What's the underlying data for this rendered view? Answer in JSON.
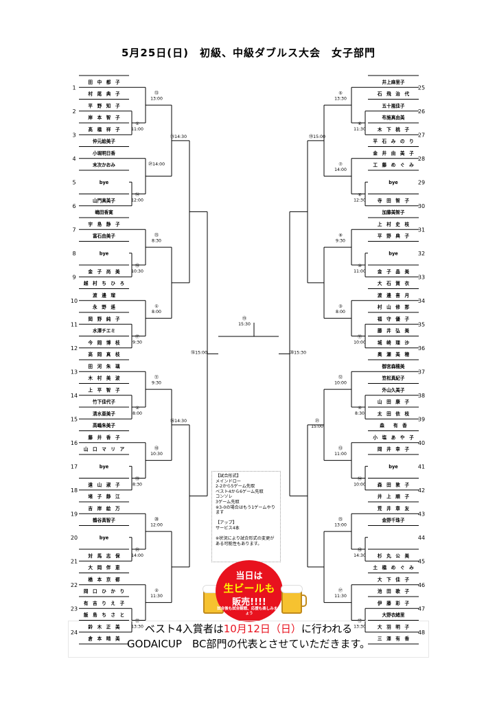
{
  "title": "5月25日(日)　初級、中級ダブルス大会　女子部門",
  "left": [
    {
      "n": "1",
      "p": [
        "田　中　都　子",
        "村　尾　典　子"
      ]
    },
    {
      "n": "2",
      "p": [
        "平　野　知　子",
        "岸　本　智　子"
      ]
    },
    {
      "n": "3",
      "p": [
        "髙　橋　祥　子",
        "仲元絵美子"
      ]
    },
    {
      "n": "4",
      "p": [
        "小堀明日香",
        "末次かおみ"
      ]
    },
    {
      "n": "5",
      "p": [
        "bye"
      ]
    },
    {
      "n": "6",
      "p": [
        "山門真美子",
        "嶋田香寛"
      ]
    },
    {
      "n": "7",
      "p": [
        "宇　島　静　子",
        "富石由美子"
      ]
    },
    {
      "n": "8",
      "p": [
        "bye"
      ]
    },
    {
      "n": "9",
      "p": [
        "金　子　尚　美",
        "越　村　ち　ひ　ろ"
      ]
    },
    {
      "n": "10",
      "p": [
        "渡　邊　瑠",
        "永　野　遥"
      ]
    },
    {
      "n": "11",
      "p": [
        "岡　野　純　子",
        "水澤チエミ"
      ]
    },
    {
      "n": "12",
      "p": [
        "今　岡　博　枝",
        "高　岡　真　枝"
      ]
    },
    {
      "n": "13",
      "p": [
        "田　河　朱　璃",
        "木　村　美　波"
      ]
    },
    {
      "n": "14",
      "p": [
        "上　平　智　子",
        "竹下佳代子"
      ]
    },
    {
      "n": "15",
      "p": [
        "清水亜美子",
        "高嶋朱美子"
      ]
    },
    {
      "n": "16",
      "p": [
        "藤　井　香　子",
        "山　口　マ　リ　ア"
      ]
    },
    {
      "n": "17",
      "p": [
        "bye"
      ]
    },
    {
      "n": "18",
      "p": [
        "遠　山　淑　子",
        "堵　子　静　江"
      ]
    },
    {
      "n": "19",
      "p": [
        "吉　岸　絵　万",
        "鶴谷真智子"
      ]
    },
    {
      "n": "20",
      "p": [
        "bye"
      ]
    },
    {
      "n": "21",
      "p": [
        "対　馬　志　保",
        "大　岡　伴　恵"
      ]
    },
    {
      "n": "22",
      "p": [
        "橋　本　京　都",
        "岡　口　ひ　か　り"
      ]
    },
    {
      "n": "23",
      "p": [
        "有　吉　り　え　子",
        "飯　島　ち　さ　と"
      ]
    },
    {
      "n": "24",
      "p": [
        "鈴　木　正　美",
        "倉　本　晴　美"
      ]
    }
  ],
  "right": [
    {
      "n": "25",
      "p": [
        "井上麻里子",
        "石　飛　治　代"
      ]
    },
    {
      "n": "26",
      "p": [
        "五十嵐佳子",
        "布施真由美"
      ]
    },
    {
      "n": "27",
      "p": [
        "木　下　桃　子",
        "平　石　み　の　り"
      ]
    },
    {
      "n": "28",
      "p": [
        "金　井　由　美　子",
        "工　藤　め　ぐ　み"
      ]
    },
    {
      "n": "29",
      "p": [
        "bye"
      ]
    },
    {
      "n": "30",
      "p": [
        "寺　田　智　子",
        "加藤美智子"
      ]
    },
    {
      "n": "31",
      "p": [
        "上　村　史　枝",
        "平　野　典　子"
      ]
    },
    {
      "n": "32",
      "p": [
        "bye"
      ]
    },
    {
      "n": "33",
      "p": [
        "金　子　晶　美",
        "大　石　賀　衣"
      ]
    },
    {
      "n": "34",
      "p": [
        "渡　邊　喜　月",
        "村　山　修　那"
      ]
    },
    {
      "n": "35",
      "p": [
        "福　守　優　子",
        "藤　井　弘　美"
      ]
    },
    {
      "n": "36",
      "p": [
        "城　崎　理　沙",
        "奥　瀬　美　穂"
      ]
    },
    {
      "n": "37",
      "p": [
        "御宮森穂美",
        "笠松真紀子"
      ]
    },
    {
      "n": "38",
      "p": [
        "外山久美子",
        "山　田　康　子"
      ]
    },
    {
      "n": "39",
      "p": [
        "太　田　依　枝",
        "森　　有　香"
      ]
    },
    {
      "n": "40",
      "p": [
        "小　塩　あ　や　子",
        "岡　井　幸　子"
      ]
    },
    {
      "n": "41",
      "p": [
        "bye"
      ]
    },
    {
      "n": "42",
      "p": [
        "森　田　敦　子",
        "井　上　順　子"
      ]
    },
    {
      "n": "43",
      "p": [
        "荒　井　章　友",
        "金野千珠子"
      ]
    },
    {
      "n": "44",
      "p": [
        ""
      ]
    },
    {
      "n": "45",
      "p": [
        "杉　丸　公　美",
        "土　橋　め　ぐ　み"
      ]
    },
    {
      "n": "46",
      "p": [
        "大　下　佳　子",
        "池　田　歌　子"
      ]
    },
    {
      "n": "47",
      "p": [
        "伊　藤　彩　子",
        "大野衣緒里"
      ]
    },
    {
      "n": "48",
      "p": [
        "大　羽　明　子",
        "三　澤　有　香"
      ]
    }
  ],
  "matches_left": [
    {
      "t": "⑬\n13:00"
    },
    {
      "t": "①\n11:00"
    },
    {
      "t": "㉗14:00"
    },
    {
      "t": "⑭\n12:00"
    },
    {
      "t": "⑮\n8:30"
    },
    {
      "t": "⑯\n10:30"
    },
    {
      "t": "①\n8:00"
    },
    {
      "t": "⑰\n9:30"
    },
    {
      "t": "⑪\n9:30"
    },
    {
      "t": "②\n8:00"
    },
    {
      "t": "⑱\n10:30"
    },
    {
      "t": "⑲\n8:30"
    },
    {
      "t": "⑳\n12:00"
    },
    {
      "t": "㉑\n14:00"
    },
    {
      "t": "②\n11:30"
    },
    {
      "t": "㉒\n13:30"
    },
    {
      "t": "⑮14:30"
    },
    {
      "t": "⑯15:00"
    },
    {
      "t": "㉖14:30"
    }
  ],
  "matches_right": [
    {
      "t": "⑤\n13:30"
    },
    {
      "t": "⑥\n11:30"
    },
    {
      "t": "⑦\n14:00"
    },
    {
      "t": "⑧\n12:30"
    },
    {
      "t": "⑨\n9:30"
    },
    {
      "t": "⑩\n11:00"
    },
    {
      "t": "③\n8:00"
    },
    {
      "t": "⑪\n10:00"
    },
    {
      "t": "⑫\n10:00"
    },
    {
      "t": "④\n8:30"
    },
    {
      "t": "⑬\n11:00"
    },
    {
      "t": "⑭\n10:00"
    },
    {
      "t": "⑮\n13:00"
    },
    {
      "t": "⑯\n14:30"
    },
    {
      "t": "⑰\n11:30"
    },
    {
      "t": "⑱\n13:30"
    },
    {
      "t": "⑲15:00"
    },
    {
      "t": "⑳15:30"
    },
    {
      "t": "㉑\n15:00"
    }
  ],
  "final": {
    "t": "⑲\n15:30"
  },
  "notes": {
    "lines": [
      "【試合形式】",
      "メインドロー",
      "2-2から5ゲーム先取",
      "ベスト4から6ゲーム先取",
      "コンソレ",
      "3ゲーム先取",
      "※3-0の場合はもう1ゲームやります",
      "",
      "【アップ】",
      "サービス4本",
      "",
      "※状況により試合形式の変更がある可能性もあります。"
    ]
  },
  "promo": {
    "l1": "当日は",
    "l2": "生ビールも",
    "l3": "販売!!!!",
    "l4": "試合後も試合観戦、応援も楽しみましょう"
  },
  "footer": {
    "a": "ベスト4入賞者は",
    "b": "10月12日（日）",
    "c": "に行われる",
    "line2": "GODAICUP　BC部門の代表とさせていただきます。"
  }
}
